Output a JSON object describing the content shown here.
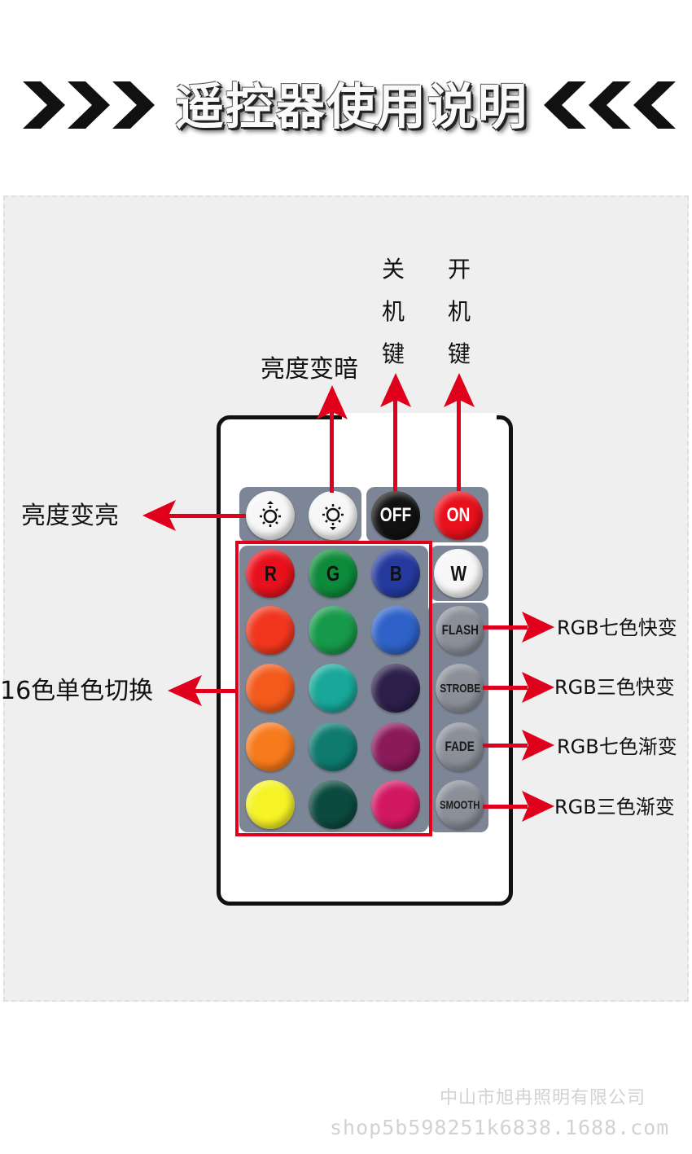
{
  "header": {
    "title": "遥控器使用说明"
  },
  "labels": {
    "brightness_down": "亮度变暗",
    "brightness_up": "亮度变亮",
    "off_key": [
      "关",
      "机",
      "键"
    ],
    "on_key": [
      "开",
      "机",
      "键"
    ],
    "color_switch": "16色单色切换",
    "flash": "RGB七色快变",
    "strobe": "RGB三色快变",
    "fade": "RGB七色渐变",
    "smooth": "RGB三色渐变"
  },
  "remote": {
    "off_label": "OFF",
    "on_label": "ON",
    "r_label": "R",
    "g_label": "G",
    "b_label": "B",
    "w_label": "W",
    "flash_label": "FLASH",
    "strobe_label": "STROBE",
    "fade_label": "FADE",
    "smooth_label": "SMOOTH",
    "color_grid": [
      [
        "#e8101c",
        "#0d8a3a",
        "#243a9e"
      ],
      [
        "#f2361d",
        "#16994a",
        "#2f62c8"
      ],
      [
        "#f35a1c",
        "#18a79a",
        "#2c1f4c"
      ],
      [
        "#f77a1c",
        "#0e7a70",
        "#8a1a5a"
      ],
      [
        "#f6f226",
        "#0b4a3e",
        "#d21862"
      ]
    ]
  },
  "colors": {
    "accent": "#e1001b",
    "pad": "#7d8697"
  },
  "watermark": {
    "company": "中山市旭冉照明有限公司",
    "url": "shop5b598251k6838.1688.com"
  }
}
